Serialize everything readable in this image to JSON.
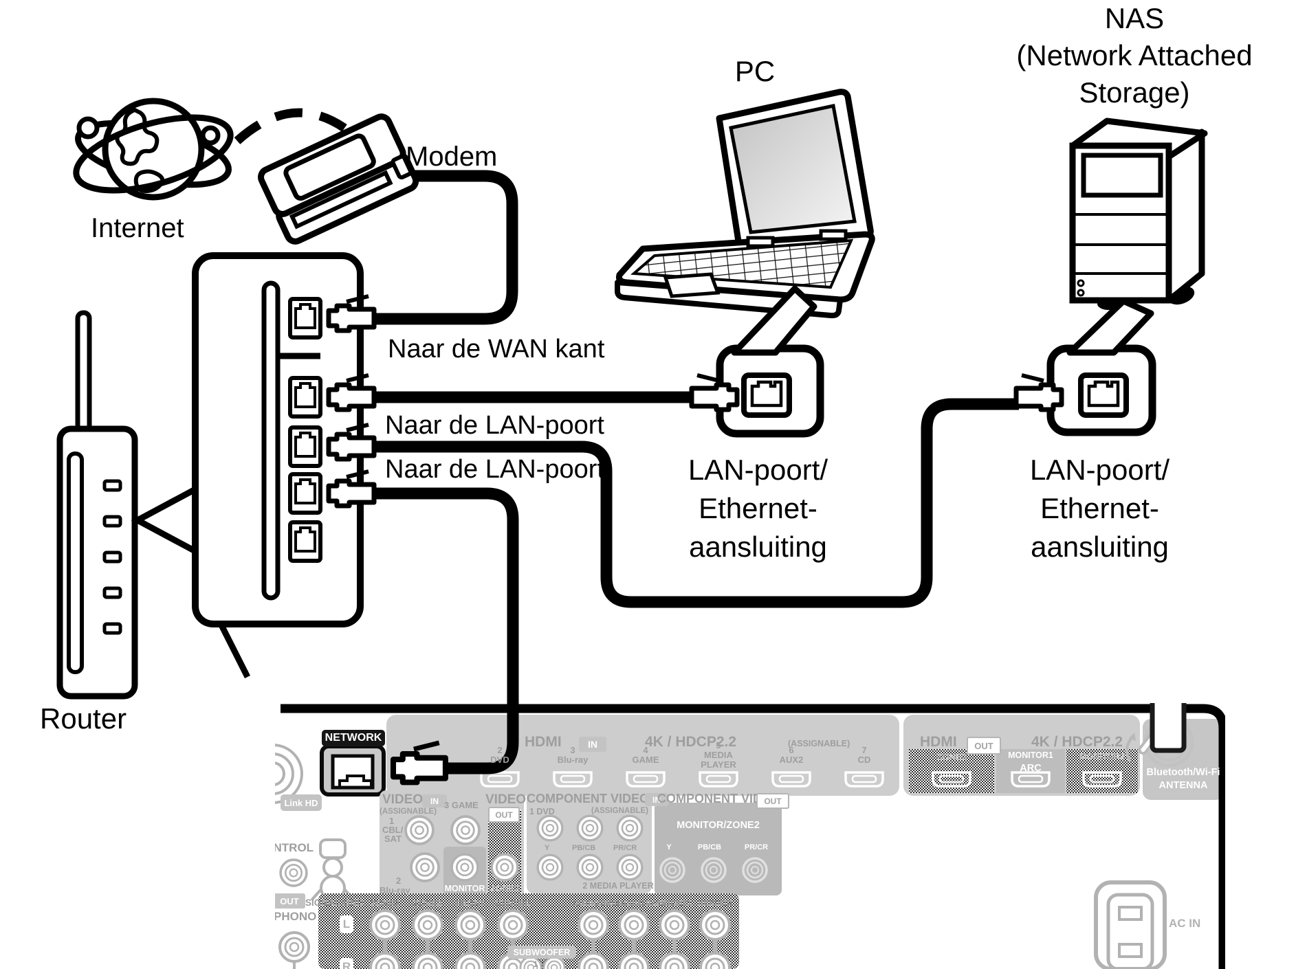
{
  "figure": {
    "internet": "Internet",
    "modem": "Modem",
    "router": "Router",
    "pc": "PC",
    "nas": [
      "NAS",
      "(Network Attached",
      "Storage)"
    ],
    "to_wan": "Naar de WAN kant",
    "lan_labels": [
      "Naar de LAN-poort",
      "Naar de LAN-poort"
    ],
    "pc_port": [
      "LAN-poort/",
      "Ethernet-",
      "aansluiting"
    ],
    "nas_port": [
      "LAN-poort/",
      "Ethernet-",
      "aansluiting"
    ]
  },
  "panel": {
    "network": "NETWORK",
    "link_hd": "Link HD",
    "hdmi_in": {
      "title": "HDMI",
      "badge": "IN",
      "spec": "4K / HDCP2.2",
      "assignable": "(ASSIGNABLE)",
      "ports": [
        {
          "num": "2",
          "name": "DVD",
          "name2": ""
        },
        {
          "num": "3",
          "name": "Blu-ray",
          "name2": ""
        },
        {
          "num": "4",
          "name": "GAME",
          "name2": ""
        },
        {
          "num": "5",
          "name": "MEDIA",
          "name2": "PLAYER"
        },
        {
          "num": "6",
          "name": "AUX2",
          "name2": ""
        },
        {
          "num": "7",
          "name": "CD",
          "name2": ""
        }
      ]
    },
    "hdmi_out": {
      "title": "HDMI",
      "badge": "OUT",
      "spec": "4K / HDCP2.2",
      "zone2": "ZONE2",
      "monitor1": "MONITOR1",
      "arc": "ARC",
      "monitor2": "MONITOR2"
    },
    "antenna": [
      "Bluetooth/Wi-Fi",
      "ANTENNA"
    ],
    "video_in": {
      "title": "VIDEO",
      "badge": "IN",
      "assignable": "(ASSIGNABLE)",
      "p1num": "1",
      "p1a": "CBL/",
      "p1b": "SAT",
      "p2": "3 GAME",
      "p3num": "2",
      "p3": "Blu-ray"
    },
    "video_out": {
      "title": "VIDEO",
      "badge": "OUT",
      "monitor": "MONITOR",
      "zone2": "ZONE2"
    },
    "comp_in": {
      "title": "COMPONENT VIDEO",
      "badge": "IN",
      "assignable": "(ASSIGNABLE)",
      "row1": "1 DVD",
      "y": "Y",
      "pb": "PB/CB",
      "pr": "PR/CR",
      "row2": "2 MEDIA PLAYER"
    },
    "comp_out": {
      "title": "COMPONENT VIDEO",
      "badge": "OUT",
      "mz": "MONITOR/ZONE2",
      "y": "Y",
      "pb": "PB/CB",
      "pr": "PR/CR"
    },
    "control": {
      "label": "CONTROL",
      "out": "OUT"
    },
    "signal_gnd": "SIGNAL GND",
    "phono": "PHONO",
    "preout": {
      "labels": [
        "ZONE2",
        "ZONE3",
        "FRONT",
        "CENTER",
        "SURROUND",
        "SURROUND BACK",
        "HEIGHT1",
        "HEIGHT2"
      ],
      "sub": "SUBWOOFER",
      "subnums": "1 2",
      "l": "L",
      "r": "R"
    },
    "ac_in": "AC IN"
  },
  "colors": {
    "line_black": "#000000",
    "panel_grey": "#b2b2b2",
    "box_grey": "#cdcdcd"
  }
}
